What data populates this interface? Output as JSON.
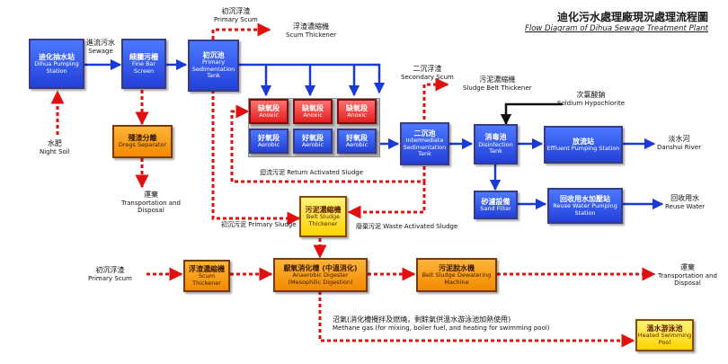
{
  "title": {
    "zh": "迪化污水處理廠現況處理流程圖",
    "en": "Flow Diagram of Dihua Sewage Treatment Plant"
  },
  "colors": {
    "process": "#2f55f0",
    "solids": "#ff9f1a",
    "thickener": "#ffe14a",
    "anoxic": "#e02020",
    "flow_line": "#1a3ad6",
    "sludge_line": "#e01010"
  },
  "boxes": {
    "pumping": {
      "zh": "迪化抽水站",
      "en": "Dihua Pumping Station"
    },
    "screen": {
      "zh": "細攔污柵",
      "en": "Fine Bar Screen"
    },
    "primary": {
      "zh": "初沉池",
      "en": "Primary Sedimentation Tank"
    },
    "dregs": {
      "zh": "殘渣分離",
      "en": "Dregs Separator"
    },
    "anoxic": {
      "zh": "缺氧段",
      "en": "Anoxic"
    },
    "aerobic": {
      "zh": "好氧段",
      "en": "Aerobic"
    },
    "secondary": {
      "zh": "二沉池",
      "en": "Intermediate Sedimentation Tank"
    },
    "disinfection": {
      "zh": "消毒池",
      "en": "Disinfection Tank"
    },
    "effluent": {
      "zh": "放流站",
      "en": "Effluent Pumping Station"
    },
    "sand": {
      "zh": "砂濾設備",
      "en": "Sand Filter"
    },
    "reuse": {
      "zh": "回收用水加壓站",
      "en": "Reuse Water Pumping Station"
    },
    "belt": {
      "zh": "污泥濃縮機",
      "en": "Belt Sludge Thickener"
    },
    "scum_thickener": {
      "zh": "浮渣濃縮機",
      "en": "Scum Thickener"
    },
    "digester": {
      "zh": "厭氧消化槽 (中溫消化)",
      "en1": "Anaerobic Digester",
      "en2": "(Mesophilic Digestion)"
    },
    "dewater": {
      "zh": "污泥脫水機",
      "en": "Belt Sludge Dewatering Machine"
    },
    "pool": {
      "zh": "溫水游泳池",
      "en": "Heated Swimming Pool"
    }
  },
  "labels": {
    "sewage": {
      "zh": "進流污水",
      "en": "Sewage"
    },
    "night_soil": {
      "zh": "水肥",
      "en": "Night Soil"
    },
    "primary_scum": {
      "zh": "初沉浮渣",
      "en": "Primary Scum"
    },
    "scum_thickener": {
      "zh": "浮渣濃縮機",
      "en": "Scum Thickener"
    },
    "secondary_scum": {
      "zh": "二沉浮渣",
      "en": "Secondary Scum"
    },
    "sludge_belt_thickener": {
      "zh": "污泥濃縮機",
      "en": "Sludge Belt Thickener"
    },
    "hypochlorite": {
      "zh": "次氯酸鈉",
      "en": "Soldium Hypochlorite"
    },
    "danshui": {
      "zh": "淡水河",
      "en": "Danshui River"
    },
    "reuse_water": {
      "zh": "回收用水",
      "en": "Reuse Water"
    },
    "return_sludge": "迴流污泥 Return Activated Sludge",
    "transport1": {
      "zh": "運棄",
      "en1": "Transportation and",
      "en2": "Disposal"
    },
    "primary_sludge": "初沉污泥 Primary Sludge",
    "waste_sludge": "廢棄污泥 Waste Activated Sludge",
    "primary_scum2": {
      "zh": "初沉浮渣",
      "en": "Primary Scum"
    },
    "transport2": {
      "zh": "運棄",
      "en1": "Transportation and",
      "en2": "Disposal"
    },
    "biogas": {
      "zh": "沼氣(消化槽攪拌及燃燒，剩餘氣供溫水游泳池加熱使用)",
      "en": "Methane gas (for mixing, boiler fuel, and heating for swimming pool)"
    }
  }
}
